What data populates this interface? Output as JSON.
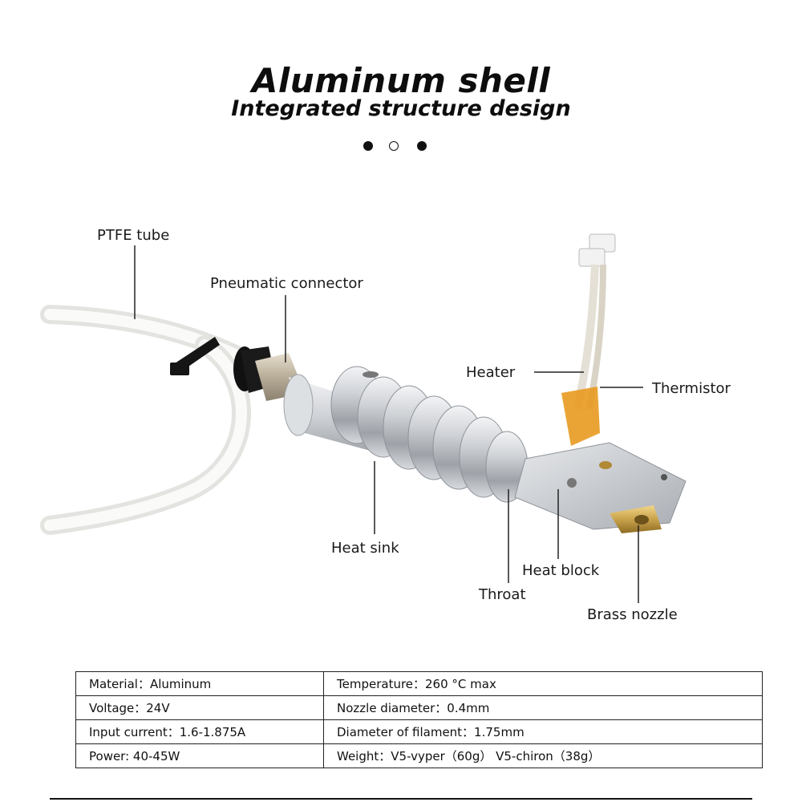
{
  "heading": {
    "title": "Aluminum shell",
    "subtitle": "Integrated structure design"
  },
  "carousel": {
    "active_index": 1,
    "count": 3
  },
  "labels": {
    "ptfe_tube": "PTFE tube",
    "pneumatic_connector": "Pneumatic connector",
    "heater": "Heater",
    "thermistor": "Thermistor",
    "heat_sink": "Heat sink",
    "heat_block": "Heat block",
    "throat": "Throat",
    "brass_nozzle": "Brass nozzle"
  },
  "specs": {
    "rows": [
      {
        "left": "Material：Aluminum",
        "right": "Temperature：260 °C max"
      },
      {
        "left": "Voltage：24V",
        "right": "Nozzle diameter：0.4mm"
      },
      {
        "left": "Input current：1.6-1.875A",
        "right": "Diameter of filament：1.75mm"
      },
      {
        "left": "Power: 40-45W",
        "right": "Weight：V5-vyper（60g） V5-chiron（38g）"
      }
    ]
  },
  "colors": {
    "aluminum": "#c9ccd0",
    "ptfe": "#f2f2f0",
    "brass": "#c9a24a",
    "kapton": "#e89a1f",
    "text": "#1a1a1a"
  }
}
